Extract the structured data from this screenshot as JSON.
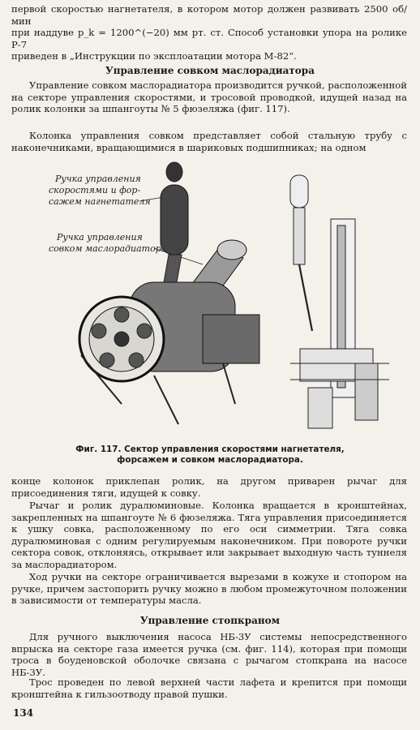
{
  "top": {
    "lines": [
      "первой скоростью нагнетателя, в котором мотор должен развивать 2500 об/мин",
      "при наддуве p_k = 1200^(−20) мм рт. ст. Способ установки упора на ролике Р-7",
      "приведен в „Инструкции по эксплоатации мотора М-82“."
    ]
  },
  "section1": {
    "title": "Управление совком маслорадиатора",
    "para1": "Управление совком маслорадиатора производится ручкой, расположенной на секторе управления скоростями, и тросовой проводкой, идущей назад на ролик колонки за шпангоуты № 5 фюзеляжа (фиг. 117).",
    "para2": "Колонка управления совком представляет собой стальную трубу с наконечниками, вращающимися в шариковых подшипниках; на одном"
  },
  "figure": {
    "label1": [
      "Ручка управления",
      "скоростями и фор-",
      "сажем нагнетателя"
    ],
    "label2": [
      "Ручка управления",
      "совком маслорадиатора"
    ],
    "caption": [
      "Фиг. 117. Сектор управления скоростями нагнетателя,",
      "форсажем и совком маслорадиатора."
    ]
  },
  "continuation": {
    "para1": "конце колонок приклепан ролик, на другом приварен рычаг для присоединения тяги, идущей к совку.",
    "para2": "Рычаг и ролик дуралюминовые. Колонка вращается в кронштейнах, закрепленных на шпангоуте № 6 фюзеляжа. Тяга управления присоединяется к ушку совка, расположенному по его оси симметрии. Тяга совка дуралюминовая с одним регулируемым наконечником. При повороте ручки сектора совок, отклоняясь, открывает или закрывает выходную часть туннеля за маслорадиатором.",
    "para3": "Ход ручки на секторе ограничивается вырезами в кожухе и стопором на ручке, причем застопорить ручку можно в любом промежуточном положении в зависимости от температуры масла."
  },
  "section2": {
    "title": "Управление стопкраном",
    "para1": "Для ручного выключения насоса НБ-3У системы непосредственного впрыска на секторе газа имеется ручка (см. фиг. 114), которая при помощи троса в боуденовской оболочке связана с рычагом стопкрана на насосе НБ-3У.",
    "para2": "Трос проведен по левой верхней части лафета и крепится при помощи кронштейна к гильзоотводу правой пушки."
  },
  "page_number": "134"
}
